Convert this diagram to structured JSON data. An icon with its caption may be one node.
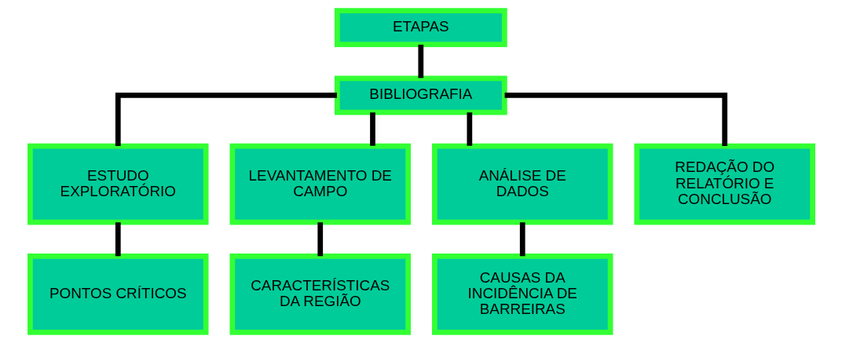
{
  "diagram": {
    "nodes": [
      {
        "text": [
          "ETAPAS"
        ]
      },
      {
        "text": [
          "BIBLIOGRAFIA"
        ]
      },
      {
        "text": [
          "ESTUDO EXPLORATÓRIO"
        ]
      },
      {
        "text": [
          "LEVANTAMENTO DE CAMPO"
        ]
      },
      {
        "text": [
          "ANÁLISE DE DADOS"
        ]
      },
      {
        "text": [
          "REDAÇÃO DO RELATÓRIO E CONCLUSÃO"
        ]
      },
      {
        "text": [
          "PONTOS CRÍTICOS"
        ]
      },
      {
        "text": [
          "CARACTERÍSTICAS DA REGIÃO"
        ]
      },
      {
        "text": [
          "CAUSAS DA INCIDÊNCIA DE BARREIRAS"
        ]
      }
    ],
    "edges": [
      {
        "from": 0,
        "to": 1,
        "arrow": "none"
      },
      {
        "from": 1,
        "to": 2,
        "arrow": "none"
      },
      {
        "from": 1,
        "to": 3,
        "arrow": "none"
      },
      {
        "from": 1,
        "to": 4,
        "arrow": "none"
      },
      {
        "from": 1,
        "to": 5,
        "arrow": "none"
      },
      {
        "from": 2,
        "to": 6,
        "arrow": "none"
      },
      {
        "from": 3,
        "to": 7,
        "arrow": "none"
      },
      {
        "from": 4,
        "to": 8,
        "arrow": "none"
      }
    ]
  }
}
